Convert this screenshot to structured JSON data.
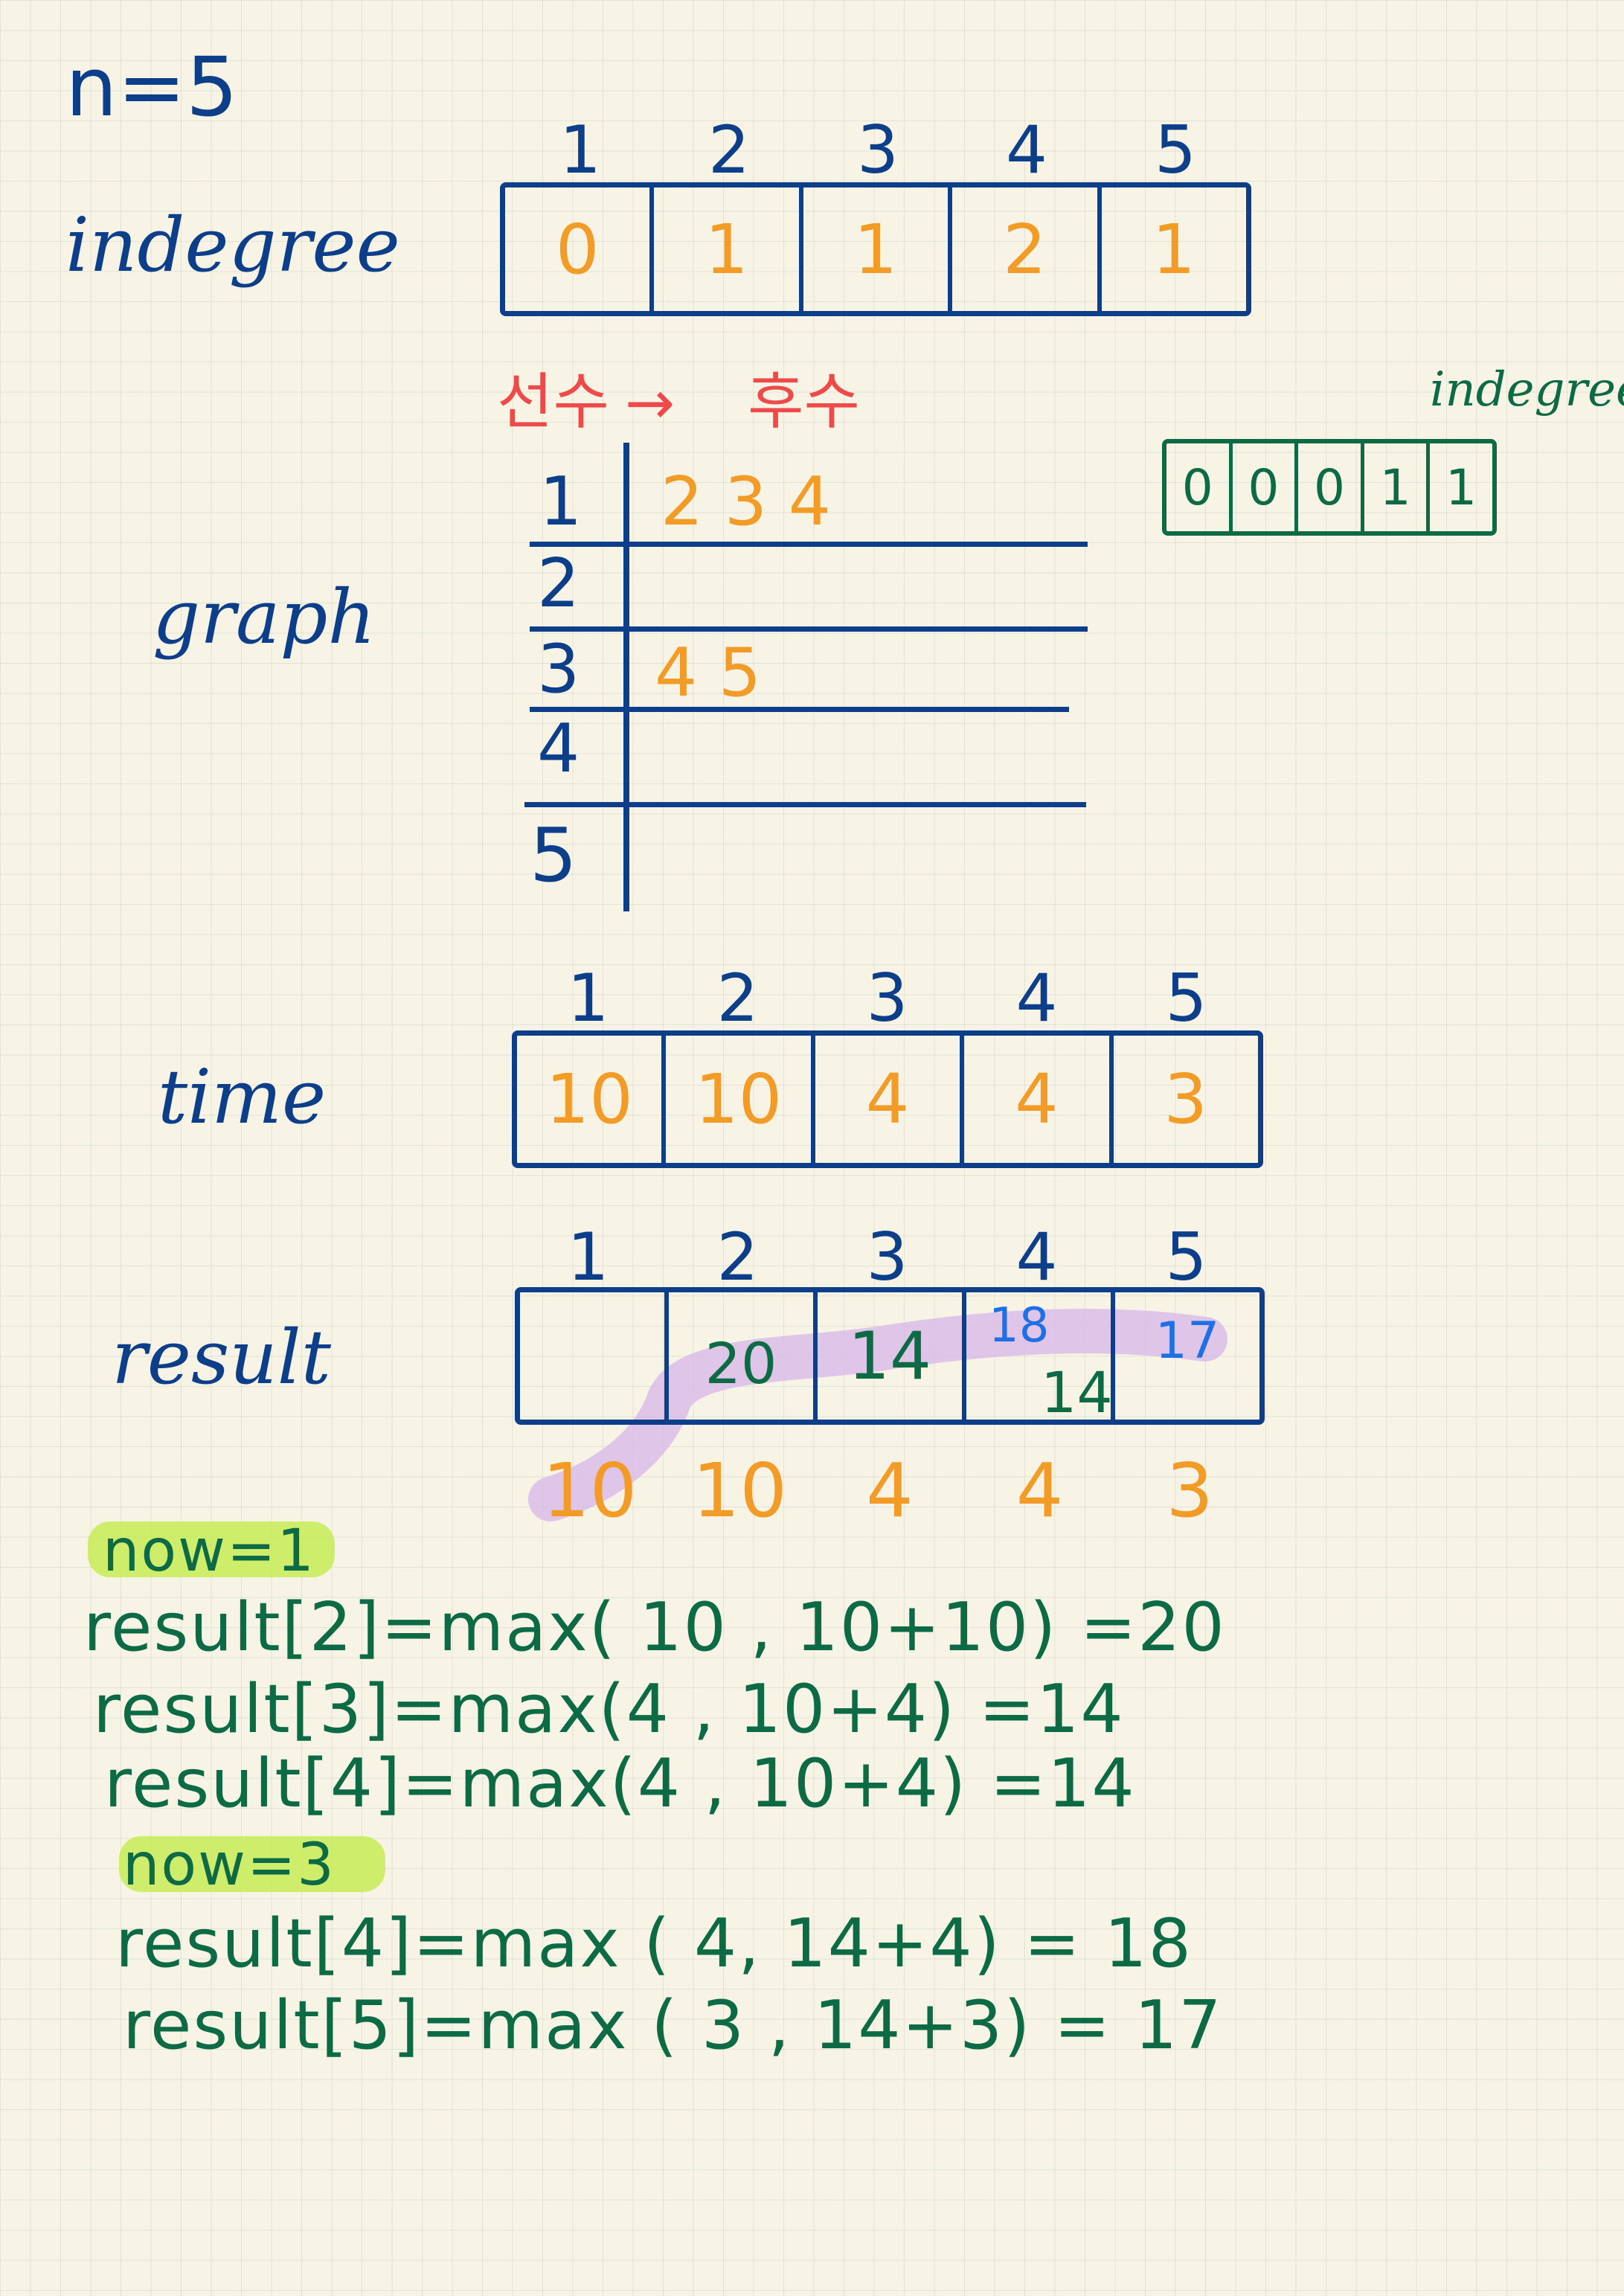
{
  "n_label": "n=5",
  "indegree": {
    "label": "indegree",
    "indices": [
      "1",
      "2",
      "3",
      "4",
      "5"
    ],
    "values": [
      "0",
      "1",
      "1",
      "2",
      "1"
    ]
  },
  "indegree_small": {
    "label": "indegree",
    "values": [
      "0",
      "0",
      "0",
      "1",
      "1"
    ]
  },
  "graph": {
    "label": "graph",
    "header_left": "선수",
    "header_right": "후수",
    "rows": [
      {
        "node": "1",
        "next": "2 3 4"
      },
      {
        "node": "2",
        "next": ""
      },
      {
        "node": "3",
        "next": "4 5"
      },
      {
        "node": "4",
        "next": ""
      },
      {
        "node": "5",
        "next": ""
      }
    ]
  },
  "time": {
    "label": "time",
    "indices": [
      "1",
      "2",
      "3",
      "4",
      "5"
    ],
    "values": [
      "10",
      "10",
      "4",
      "4",
      "3"
    ]
  },
  "result": {
    "label": "result",
    "indices": [
      "1",
      "2",
      "3",
      "4",
      "5"
    ],
    "cells": [
      {
        "main": "",
        "top": ""
      },
      {
        "main": "20",
        "top": ""
      },
      {
        "main": "14",
        "top": ""
      },
      {
        "main": "14",
        "top": "18"
      },
      {
        "main": "",
        "top": "17"
      }
    ],
    "below": [
      "10",
      "10",
      "4",
      "4",
      "3"
    ]
  },
  "steps": [
    {
      "now": "now=1",
      "lines": [
        "result[2]=max( 10 , 10+10) =20",
        "result[3]=max(4 , 10+4) =14",
        "result[4]=max(4 , 10+4) =14"
      ]
    },
    {
      "now": "now=3",
      "lines": [
        "result[4]=max ( 4, 14+4) = 18",
        "result[5]=max ( 3 , 14+3) = 17"
      ]
    }
  ]
}
